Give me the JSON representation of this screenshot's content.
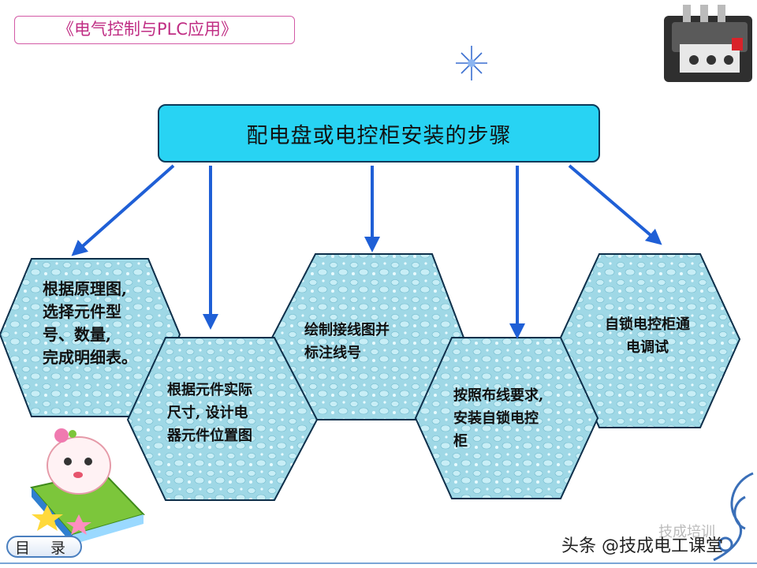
{
  "header": {
    "course_title": "《电气控制与PLC应用》"
  },
  "diagram": {
    "main_title": "配电盘或电控柜安装的步骤",
    "steps": [
      {
        "text": "根据原理图,\n选择元件型\n号、数量,\n完成明细表。"
      },
      {
        "text": "根据元件实际\n尺寸, 设计电\n器元件位置图"
      },
      {
        "text": "绘制接线图并\n标注线号"
      },
      {
        "text": "按照布线要求,\n安装自锁电控\n柜"
      },
      {
        "text": "自锁电控柜通\n电调试"
      }
    ]
  },
  "footer": {
    "toc_label": "目 录",
    "watermark": "头条 @技成电工课堂",
    "faded_text": "技成培训"
  },
  "colors": {
    "accent_cyan": "#28d3f3",
    "arrow_blue": "#1f5fd6",
    "title_pink": "#c02e84"
  }
}
